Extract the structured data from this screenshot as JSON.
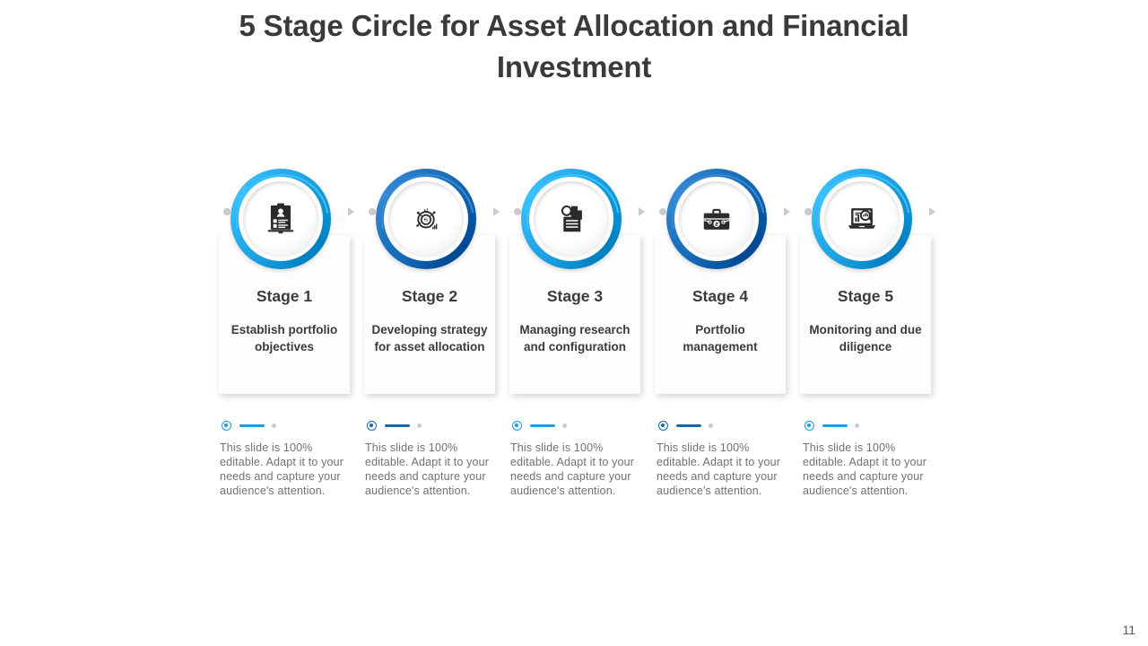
{
  "slide": {
    "title": "5 Stage Circle for Asset Allocation and Financial Investment",
    "page_number": "11",
    "background_color": "#ffffff"
  },
  "palette": {
    "light_blue": "#1a9fe0",
    "dark_blue": "#1468b3",
    "text_dark": "#3b3b3d",
    "text_muted": "#6f7174",
    "connector_gray": "#c9cccf"
  },
  "stages": [
    {
      "label": "Stage 1",
      "description": "Establish portfolio objectives",
      "icon": "clipboard-person-icon",
      "ring_color": "#1a9fe0",
      "note": "This slide is 100% editable. Adapt it to your needs and capture your audience's attention.",
      "note_marker_color": "#1a9fe0"
    },
    {
      "label": "Stage 2",
      "description": "Developing strategy for asset allocation",
      "icon": "target-dollar-icon",
      "ring_color": "#1468b3",
      "note": "This slide is 100% editable. Adapt it to your needs and capture your audience's attention.",
      "note_marker_color": "#1468b3"
    },
    {
      "label": "Stage 3",
      "description": "Managing research and configuration",
      "icon": "magnifier-document-icon",
      "ring_color": "#1a9fe0",
      "note": "This slide is 100% editable. Adapt it to your needs and capture your audience's attention.",
      "note_marker_color": "#1a9fe0"
    },
    {
      "label": "Stage 4",
      "description": "Portfolio management",
      "icon": "briefcase-dollar-icon",
      "ring_color": "#1468b3",
      "note": "This slide is 100% editable. Adapt it to your needs and capture your audience's attention.",
      "note_marker_color": "#1468b3"
    },
    {
      "label": "Stage 5",
      "description": "Monitoring and due diligence",
      "icon": "laptop-chart-magnifier-icon",
      "ring_color": "#1a9fe0",
      "note": "This slide is 100% editable. Adapt it to your needs and capture your audience's attention.",
      "note_marker_color": "#1a9fe0"
    }
  ]
}
